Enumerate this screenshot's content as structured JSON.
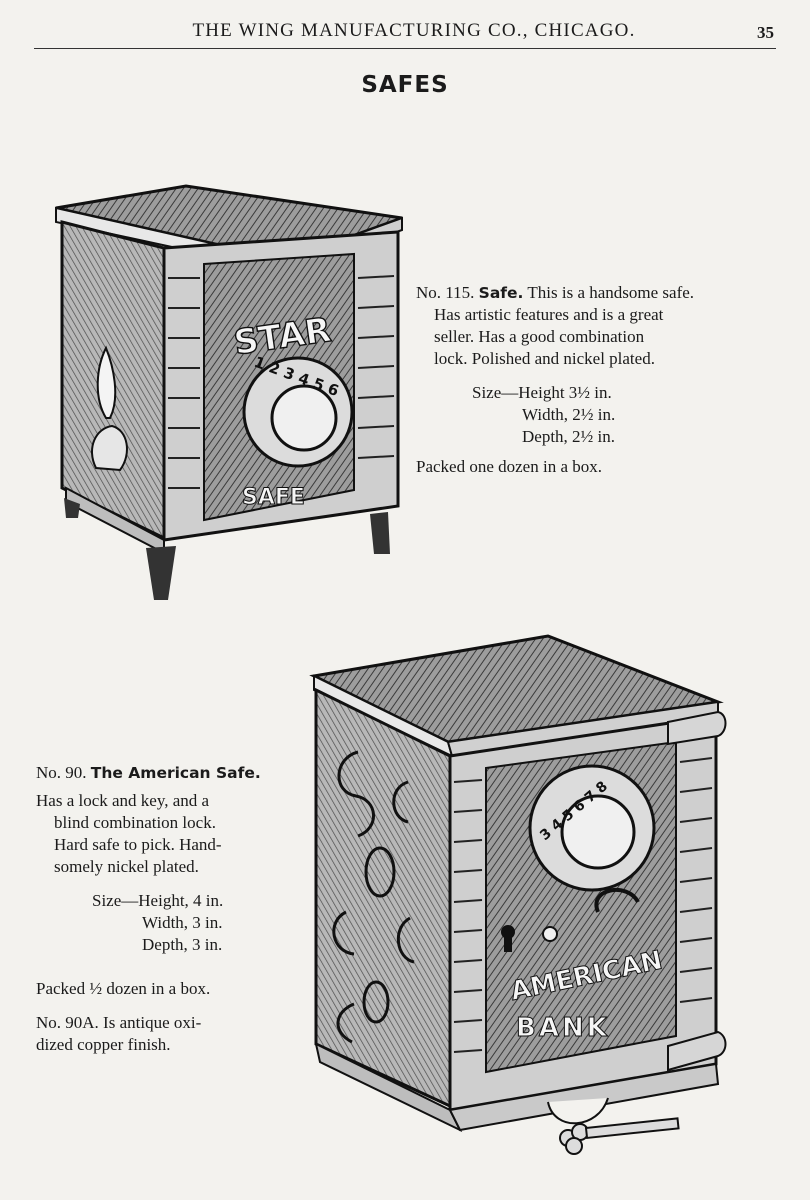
{
  "header": {
    "title": "THE WING MANUFACTURING CO., CHICAGO.",
    "page_number": "35"
  },
  "section_title": "SAFES",
  "item115": {
    "number": "No. 115.",
    "name": "Safe.",
    "lines": [
      "This is a handsome safe.",
      "Has artistic features and is a great",
      "seller.   Has  a  good  combination",
      "lock.  Polished and nickel plated."
    ],
    "size": [
      "Size—Height 3½ in.",
      "Width, 2½ in.",
      "Depth, 2½ in."
    ],
    "packed": "Packed one dozen in a box.",
    "illustration_text": {
      "top": "STAR",
      "bottom": "SAFE",
      "dial": "1 2 3 4 5 6"
    }
  },
  "item90": {
    "number": "No. 90.",
    "name": "The American Safe.",
    "lines": [
      "Has a lock and key, and a",
      "blind  combination  lock.",
      "Hard safe to pick.  Hand-",
      "somely nickel plated."
    ],
    "size": [
      "Size—Height, 4 in.",
      "Width, 3 in.",
      "Depth, 3 in."
    ],
    "packed": "Packed ½  dozen in a box.",
    "note": [
      "No. 90A.  Is antique  oxi-",
      "dized copper finish."
    ],
    "illustration_text": {
      "top": "AMERICAN",
      "bottom": "BANK",
      "dial": "3 4 5 6 7 8"
    }
  }
}
